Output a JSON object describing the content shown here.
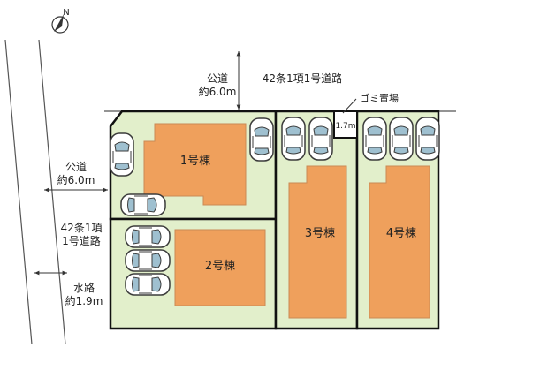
{
  "north_marker": "N",
  "top_road": {
    "name": "公道",
    "width": "約6.0m",
    "classification": "42条1項1号道路"
  },
  "west_road": {
    "name": "公道",
    "width": "約6.0m",
    "classification_line1": "42条1項",
    "classification_line2": "1号道路"
  },
  "waterway": {
    "name": "水路",
    "width": "約1.9m"
  },
  "garbage_area": {
    "label": "ゴミ置場",
    "width": "1.7m"
  },
  "lots": [
    {
      "label": "1号棟",
      "parking_spaces": 3
    },
    {
      "label": "2号棟",
      "parking_spaces": 3
    },
    {
      "label": "3号棟",
      "parking_spaces": 2
    },
    {
      "label": "4号棟",
      "parking_spaces": 3
    }
  ],
  "colors": {
    "lot_fill": "#e2efcb",
    "building_fill": "#efa05c",
    "boundary": "#111111",
    "car_fill": "#ffffff"
  }
}
